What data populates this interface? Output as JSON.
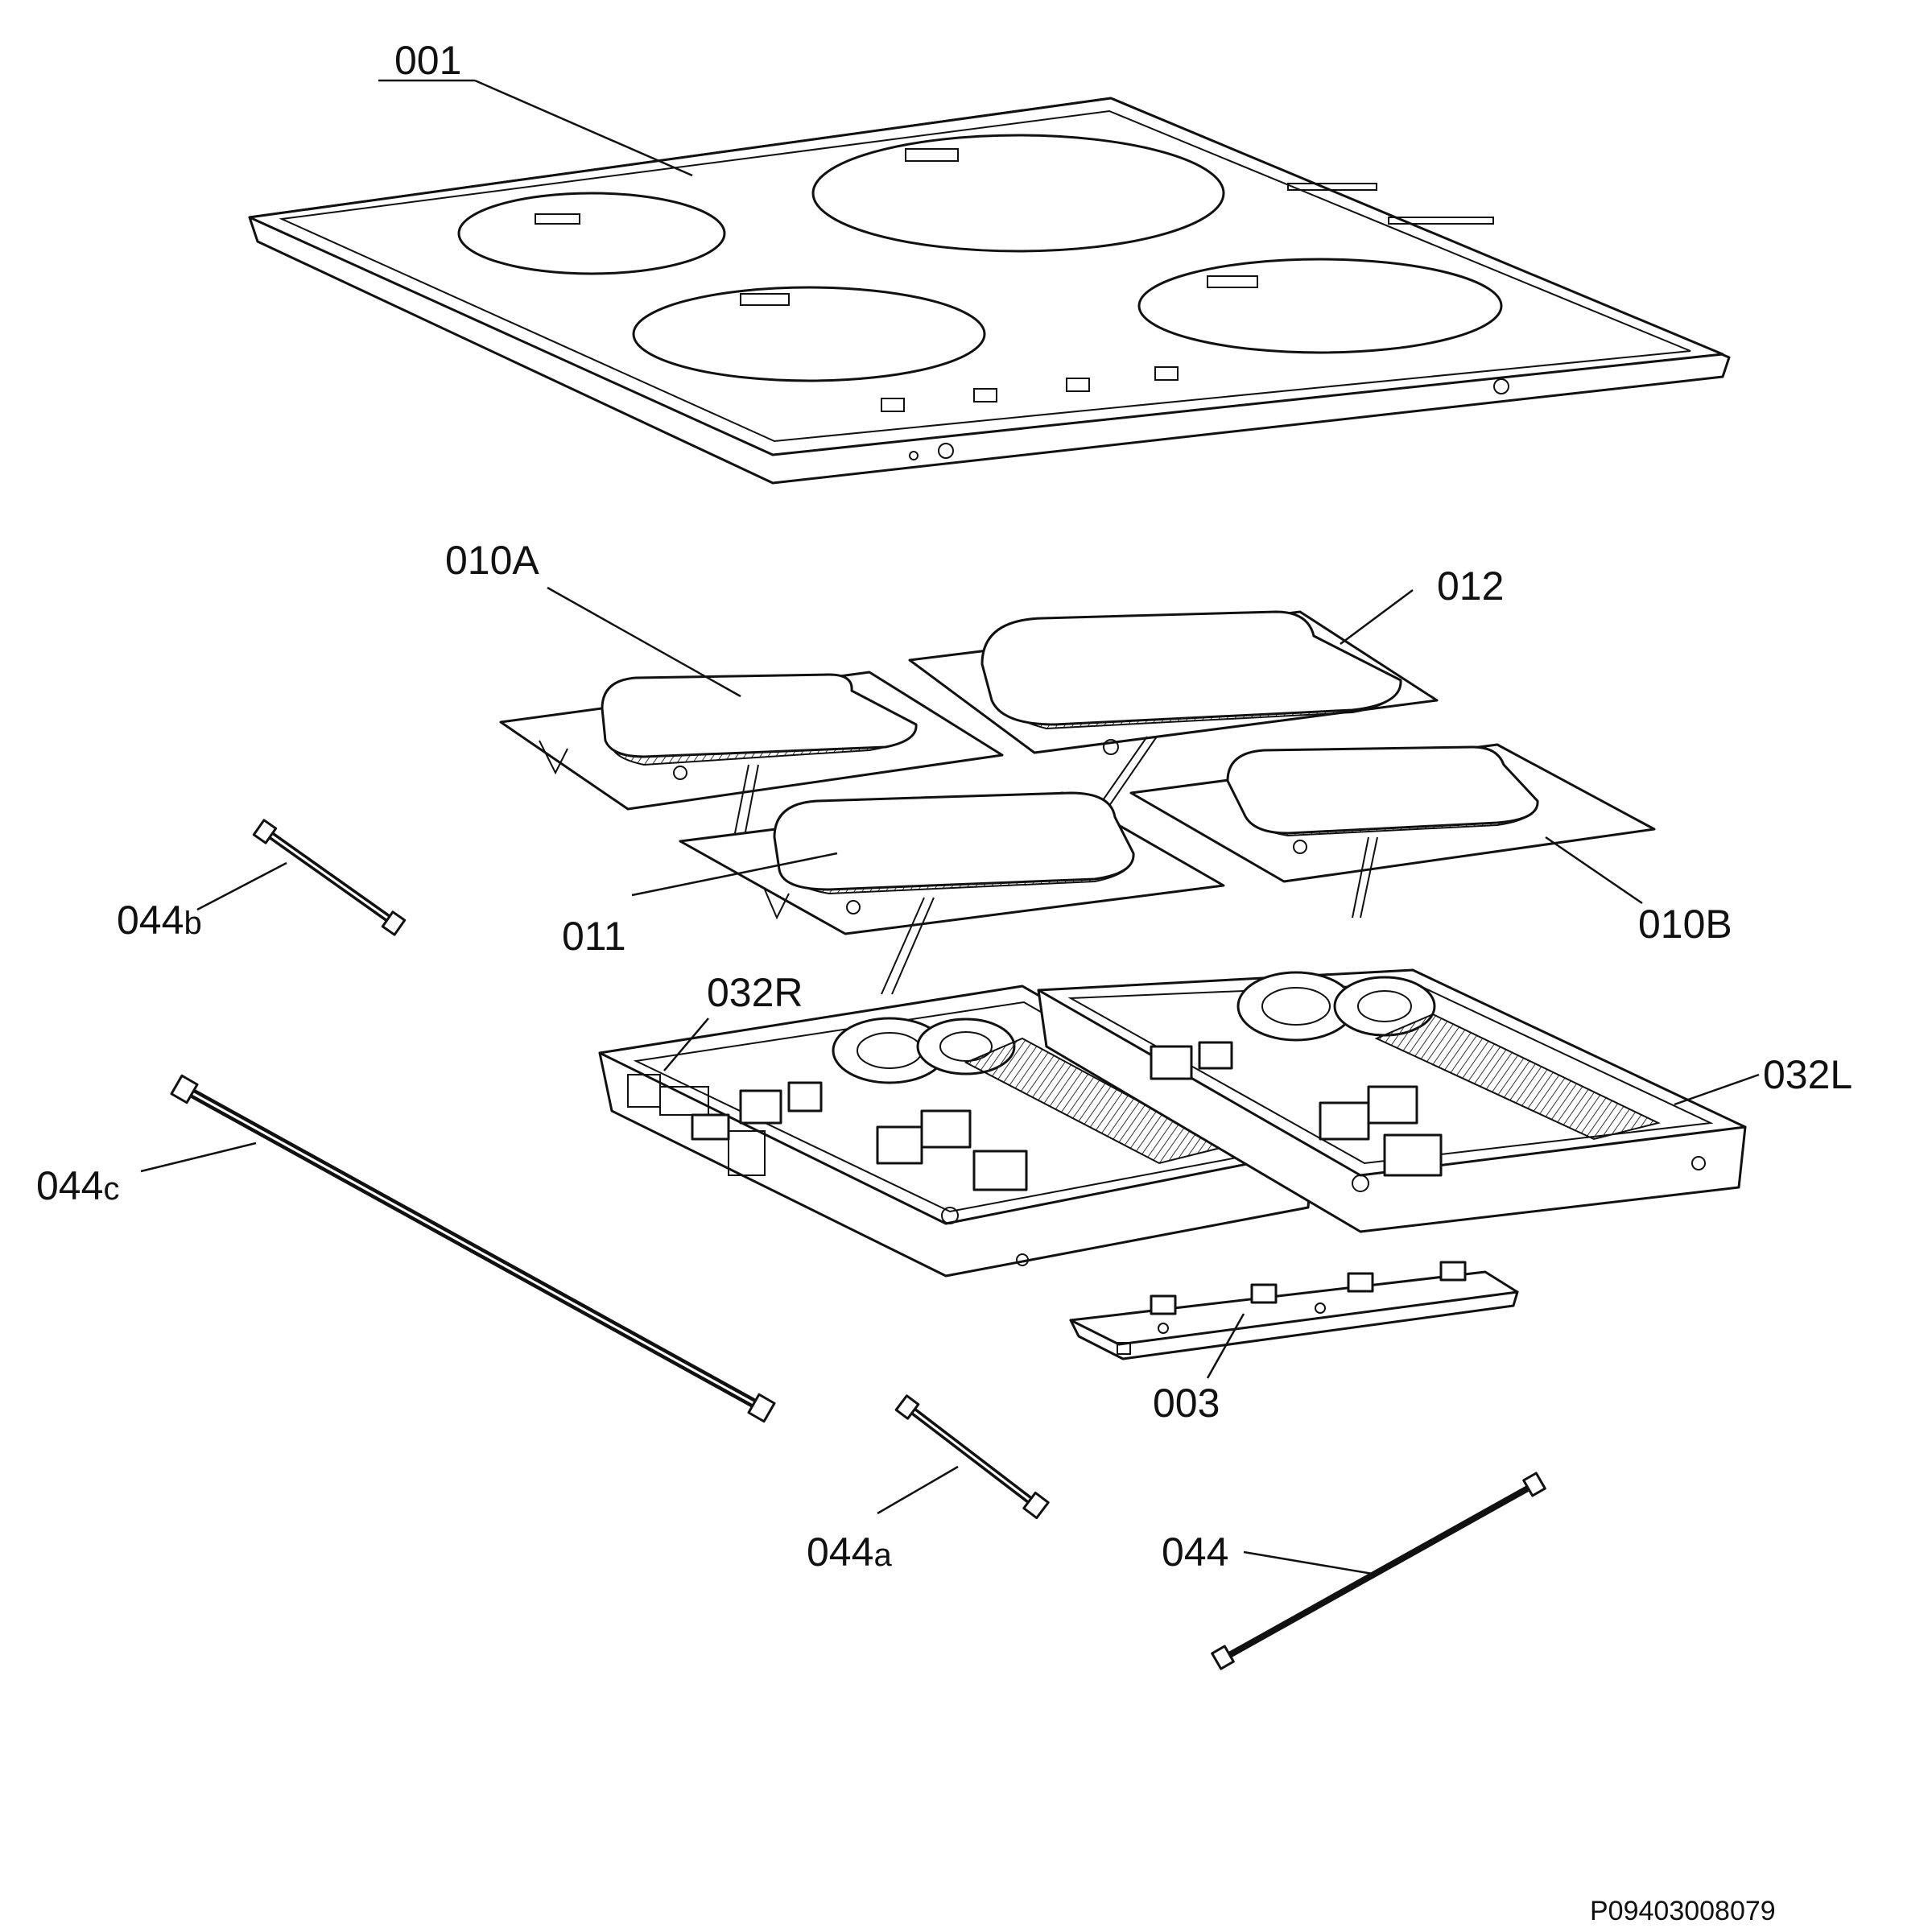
{
  "labels": {
    "glass": "001",
    "coil_a": "010A",
    "coil_12": "012",
    "coil_11": "011",
    "coil_b": "010B",
    "board_r": "032R",
    "board_l": "032L",
    "control": "003",
    "cable_main": "044",
    "cable_a": {
      "num": "044",
      "suffix": "a"
    },
    "cable_b": {
      "num": "044",
      "suffix": "b"
    },
    "cable_c": {
      "num": "044",
      "suffix": "c"
    }
  },
  "document_id": "P09403008079"
}
